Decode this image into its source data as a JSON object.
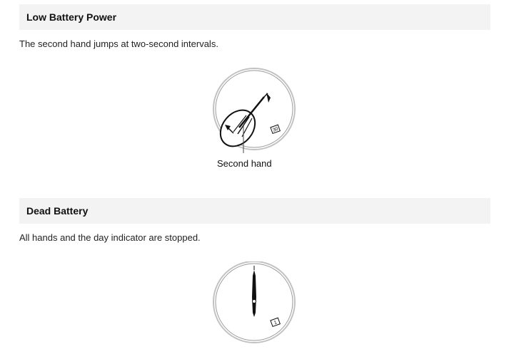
{
  "sections": [
    {
      "heading": "Low Battery Power",
      "text": "The second hand jumps at two-second intervals.",
      "figure": {
        "callout_label": "Second hand",
        "day_indicator": "30",
        "icons": [
          "watch-dial-icon",
          "second-hand-icon",
          "jump-arrow-icon",
          "day-indicator-icon"
        ]
      }
    },
    {
      "heading": "Dead Battery",
      "text": "All hands and the day indicator are stopped.",
      "figure": {
        "day_indicator": "1",
        "icons": [
          "watch-dial-icon",
          "stopped-hands-icon",
          "day-indicator-icon"
        ]
      }
    }
  ],
  "colors": {
    "header_background": "#f3f3f3",
    "text": "#111111",
    "dial_ring": "#bdbdbd"
  }
}
